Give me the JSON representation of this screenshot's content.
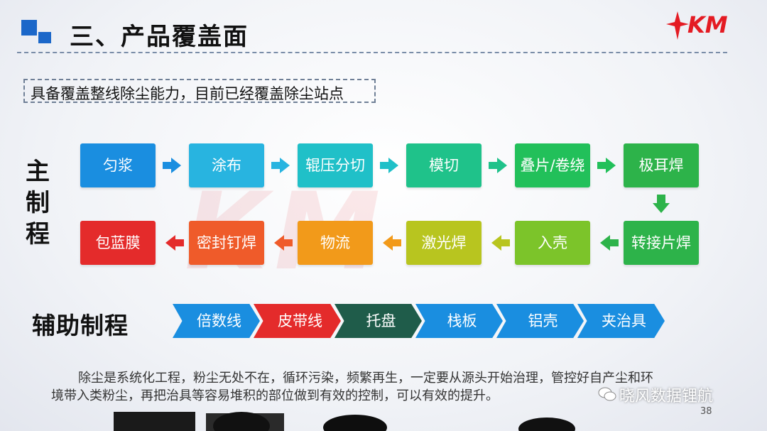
{
  "header": {
    "title": "三、产品覆盖面",
    "logo_text": "KM"
  },
  "subtitle": "具备覆盖整线除尘能力，目前已经覆盖除尘站点",
  "main_process": {
    "label": "主制程",
    "row1": [
      {
        "label": "匀浆",
        "color": "#1a8ee0"
      },
      {
        "label": "涂布",
        "color": "#28b4e0"
      },
      {
        "label": "辊压分切",
        "color": "#20c0c8"
      },
      {
        "label": "模切",
        "color": "#1fc28a"
      },
      {
        "label": "叠片/卷绕",
        "color": "#22c05a"
      },
      {
        "label": "极耳焊",
        "color": "#2db34a"
      }
    ],
    "row2": [
      {
        "label": "包蓝膜",
        "color": "#e42b2b"
      },
      {
        "label": "密封钉焊",
        "color": "#ef5b2a"
      },
      {
        "label": "物流",
        "color": "#f29a1a"
      },
      {
        "label": "激光焊",
        "color": "#b8c51f"
      },
      {
        "label": "入壳",
        "color": "#7cc42a"
      },
      {
        "label": "转接片焊",
        "color": "#2db34a"
      }
    ]
  },
  "aux_process": {
    "label": "辅助制程",
    "items": [
      {
        "label": "倍数线",
        "color": "#1a8ee0"
      },
      {
        "label": "皮带线",
        "color": "#e42b2b"
      },
      {
        "label": "托盘",
        "color": "#1f5c4a"
      },
      {
        "label": "栈板",
        "color": "#1a8ee0"
      },
      {
        "label": "铝壳",
        "color": "#1a8ee0"
      },
      {
        "label": "夹治具",
        "color": "#1a8ee0"
      }
    ]
  },
  "description": {
    "line1": "除尘是系统化工程，粉尘无处不在，循环污染，频繁再生，一定要从源头开始治理，管控好自产尘和环",
    "line2": "境带入类粉尘，再把治具等容易堆积的部位做到有效的控制，可以有效的提升。"
  },
  "watermark": "晓风数据锂航",
  "page_number": "38"
}
